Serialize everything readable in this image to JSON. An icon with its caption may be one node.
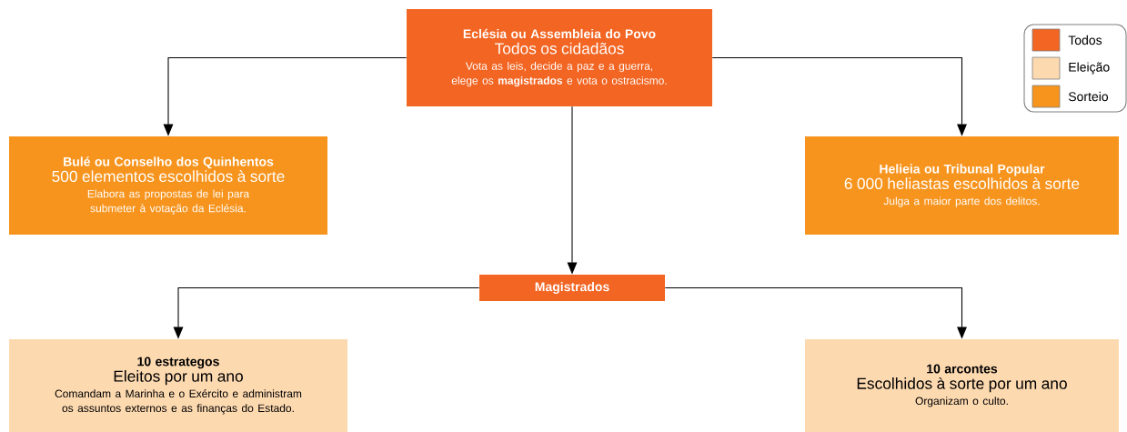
{
  "diagram": {
    "nodes": [
      {
        "text": [
          "Eclésia ou Assembleia do Povo",
          "Todos os cidadãos",
          "Vota as leis, decide a paz e a guerra, elege os **magistrados** e vota o ostracismo."
        ]
      },
      {
        "text": [
          "Bulé ou Conselho dos Quinhentos",
          "500 elementos escolhidos à sorte",
          "Elabora as propostas de lei para submeter à votação da Eclésia."
        ]
      },
      {
        "text": [
          "Helieia ou Tribunal Popular",
          "6 000 heliastas escolhidos à sorte",
          "Julga a maior parte dos delitos."
        ]
      },
      {
        "text": [
          "Magistrados"
        ]
      },
      {
        "text": [
          "10 estrategos",
          "Eleitos por um ano",
          "Comandam a Marinha e o Exército e administram os assuntos externos e as finanças do Estado."
        ]
      },
      {
        "text": [
          "10 arcontes",
          "Escolhidos à sorte por um ano",
          "Organizam o culto."
        ]
      }
    ],
    "edges": [
      {
        "from": 0,
        "to": 1,
        "arrow": "to"
      },
      {
        "from": 0,
        "to": 2,
        "arrow": "to"
      },
      {
        "from": 0,
        "to": 3,
        "arrow": "to"
      },
      {
        "from": 3,
        "to": 4,
        "arrow": "to"
      },
      {
        "from": 3,
        "to": 5,
        "arrow": "to"
      }
    ],
    "legend": [
      {
        "text": "Todos",
        "color": "#f26522"
      },
      {
        "text": "Eleição",
        "color": "#fdd9b0"
      },
      {
        "text": "Sorteio",
        "color": "#f7941d"
      }
    ]
  }
}
